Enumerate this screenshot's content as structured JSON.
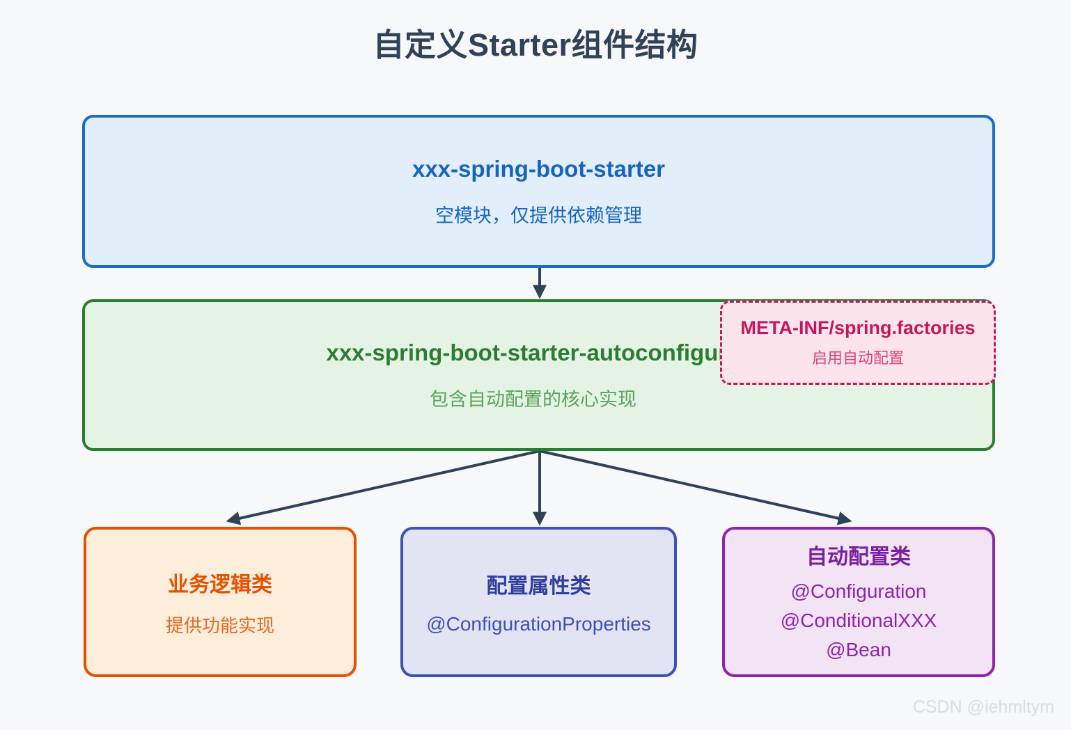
{
  "diagram": {
    "title": "自定义Starter组件结构",
    "watermark": "CSDN @iehmltym",
    "colors": {
      "background": "#f7f8fa",
      "title_color": "#30415a",
      "arrow_color": "#2f4258",
      "starter_border": "#1a6cc4",
      "starter_fill": "#e3eefb",
      "starter_text": "#1565c0",
      "autoconfigure_border": "#2b7d32",
      "autoconfigure_fill": "#e5f3e5",
      "autoconfigure_text": "#2b7d32",
      "spring_factories_border": "#c2185b",
      "spring_factories_fill": "#fce4ec",
      "spring_factories_text": "#c2185b",
      "business_border": "#e55100",
      "business_fill": "#fdeedb",
      "business_text": "#e55100",
      "properties_border": "#3f51b5",
      "properties_fill": "#e3e4f3",
      "properties_text": "#303f9f",
      "autoconfig_class_border": "#8e24aa",
      "autoconfig_class_fill": "#f2e4f5",
      "autoconfig_class_text": "#7b1fa2"
    },
    "nodes": {
      "starter": {
        "title": "xxx-spring-boot-starter",
        "subtitle": "空模块，仅提供依赖管理"
      },
      "autoconfigure": {
        "title": "xxx-spring-boot-starter-autoconfigure",
        "subtitle": "包含自动配置的核心实现"
      },
      "spring_factories": {
        "title": "META-INF/spring.factories",
        "subtitle": "启用自动配置"
      },
      "business": {
        "title": "业务逻辑类",
        "subtitle": "提供功能实现"
      },
      "properties": {
        "title": "配置属性类",
        "subtitle": "@ConfigurationProperties"
      },
      "autoconfig_class": {
        "title": "自动配置类",
        "line1": "@Configuration",
        "line2": "@ConditionalXXX",
        "line3": "@Bean"
      }
    },
    "edges": [
      {
        "from": "starter",
        "to": "autoconfigure",
        "style": "solid-arrow"
      },
      {
        "from": "autoconfigure",
        "to": "business",
        "style": "solid-arrow"
      },
      {
        "from": "autoconfigure",
        "to": "properties",
        "style": "solid-arrow"
      },
      {
        "from": "autoconfigure",
        "to": "autoconfig_class",
        "style": "solid-arrow"
      }
    ]
  }
}
